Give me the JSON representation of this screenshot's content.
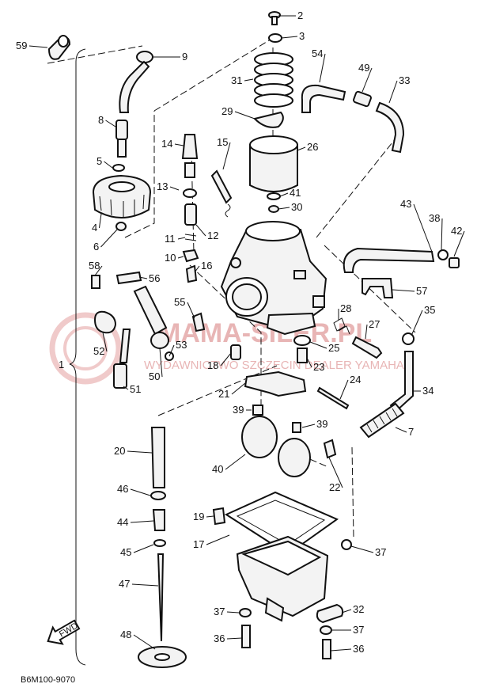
{
  "diagram": {
    "code": "B6M100-9070",
    "group_label": "1",
    "direction_arrow": "FWD",
    "watermark": {
      "line1": "MAMA-SILER.PL",
      "line2": "WYDAWNICTWO SZCZECIN DEALER YAMAHA"
    },
    "callouts": [
      {
        "id": "c2",
        "num": "2"
      },
      {
        "id": "c3",
        "num": "3"
      },
      {
        "id": "c59",
        "num": "59"
      },
      {
        "id": "c9",
        "num": "9"
      },
      {
        "id": "c54",
        "num": "54"
      },
      {
        "id": "c49",
        "num": "49"
      },
      {
        "id": "c33",
        "num": "33"
      },
      {
        "id": "c31",
        "num": "31"
      },
      {
        "id": "c8",
        "num": "8"
      },
      {
        "id": "c29",
        "num": "29"
      },
      {
        "id": "c26",
        "num": "26"
      },
      {
        "id": "c14",
        "num": "14"
      },
      {
        "id": "c15",
        "num": "15"
      },
      {
        "id": "c5",
        "num": "5"
      },
      {
        "id": "c13",
        "num": "13"
      },
      {
        "id": "c41",
        "num": "41"
      },
      {
        "id": "c30",
        "num": "30"
      },
      {
        "id": "c4",
        "num": "4"
      },
      {
        "id": "c43",
        "num": "43"
      },
      {
        "id": "c38",
        "num": "38"
      },
      {
        "id": "c42",
        "num": "42"
      },
      {
        "id": "c6",
        "num": "6"
      },
      {
        "id": "c12",
        "num": "12"
      },
      {
        "id": "c11",
        "num": "11"
      },
      {
        "id": "c10",
        "num": "10"
      },
      {
        "id": "c16",
        "num": "16"
      },
      {
        "id": "c58",
        "num": "58"
      },
      {
        "id": "c56",
        "num": "56"
      },
      {
        "id": "c57",
        "num": "57"
      },
      {
        "id": "c55",
        "num": "55"
      },
      {
        "id": "c28",
        "num": "28"
      },
      {
        "id": "c35",
        "num": "35"
      },
      {
        "id": "c52",
        "num": "52"
      },
      {
        "id": "c53",
        "num": "53"
      },
      {
        "id": "c27",
        "num": "27"
      },
      {
        "id": "c25",
        "num": "25"
      },
      {
        "id": "c1",
        "num": "1"
      },
      {
        "id": "c23",
        "num": "23"
      },
      {
        "id": "c50",
        "num": "50"
      },
      {
        "id": "c18",
        "num": "18"
      },
      {
        "id": "c51",
        "num": "51"
      },
      {
        "id": "c24",
        "num": "24"
      },
      {
        "id": "c34",
        "num": "34"
      },
      {
        "id": "c21",
        "num": "21"
      },
      {
        "id": "c39a",
        "num": "39"
      },
      {
        "id": "c39b",
        "num": "39"
      },
      {
        "id": "c7",
        "num": "7"
      },
      {
        "id": "c20",
        "num": "20"
      },
      {
        "id": "c40",
        "num": "40"
      },
      {
        "id": "c22",
        "num": "22"
      },
      {
        "id": "c46",
        "num": "46"
      },
      {
        "id": "c19",
        "num": "19"
      },
      {
        "id": "c44",
        "num": "44"
      },
      {
        "id": "c17",
        "num": "17"
      },
      {
        "id": "c45",
        "num": "45"
      },
      {
        "id": "c37a",
        "num": "37"
      },
      {
        "id": "c47",
        "num": "47"
      },
      {
        "id": "c37b",
        "num": "37"
      },
      {
        "id": "c32",
        "num": "32"
      },
      {
        "id": "c48",
        "num": "48"
      },
      {
        "id": "c37c",
        "num": "37"
      },
      {
        "id": "c36a",
        "num": "36"
      },
      {
        "id": "c36b",
        "num": "36"
      }
    ]
  }
}
